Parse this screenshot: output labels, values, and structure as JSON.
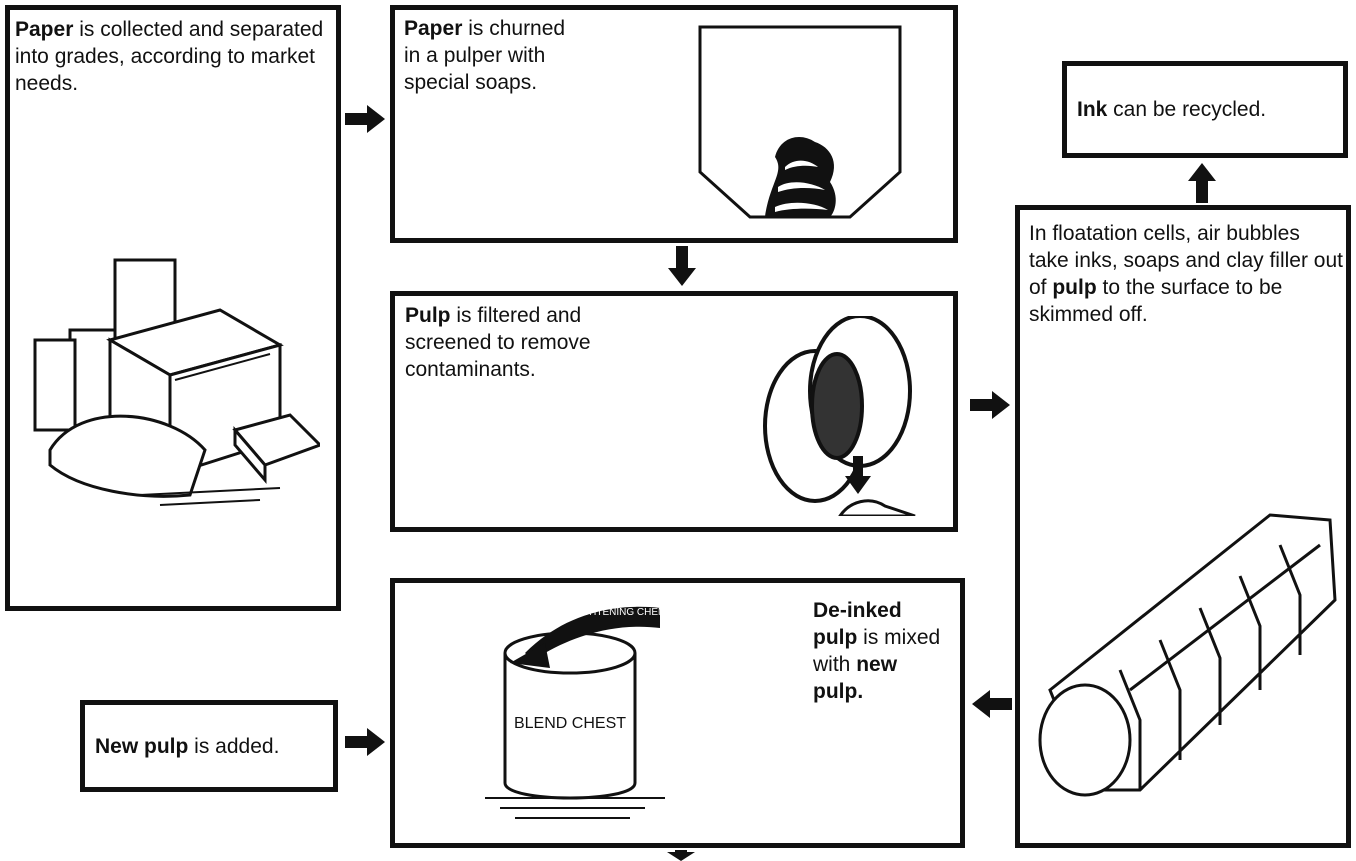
{
  "steps": {
    "collect": {
      "bold": "Paper",
      "text": " is collected and separated into grades, according to market needs."
    },
    "pulper": {
      "bold": "Paper",
      "text": " is churned in a pulper with special soaps."
    },
    "filter": {
      "bold": "Pulp",
      "text": " is filtered and screened to remove contaminants."
    },
    "flotation": {
      "text": "In floatation cells, air bubbles take inks, soaps and clay filler out of ",
      "bold": "pulp",
      "text2": " to the surface to be skimmed off."
    },
    "ink": {
      "bold": "Ink",
      "text": " can be recycled."
    },
    "blend": {
      "bold1": "De-inked pulp",
      "text": " is mixed with ",
      "bold2": "new pulp."
    },
    "newpulp": {
      "bold": "New pulp",
      "text": " is added."
    }
  },
  "labels": {
    "blend_chest": "BLEND CHEST",
    "chemicals": "BRIGHTENING CHEMICALS"
  },
  "colors": {
    "stroke": "#111111",
    "background": "#ffffff"
  }
}
